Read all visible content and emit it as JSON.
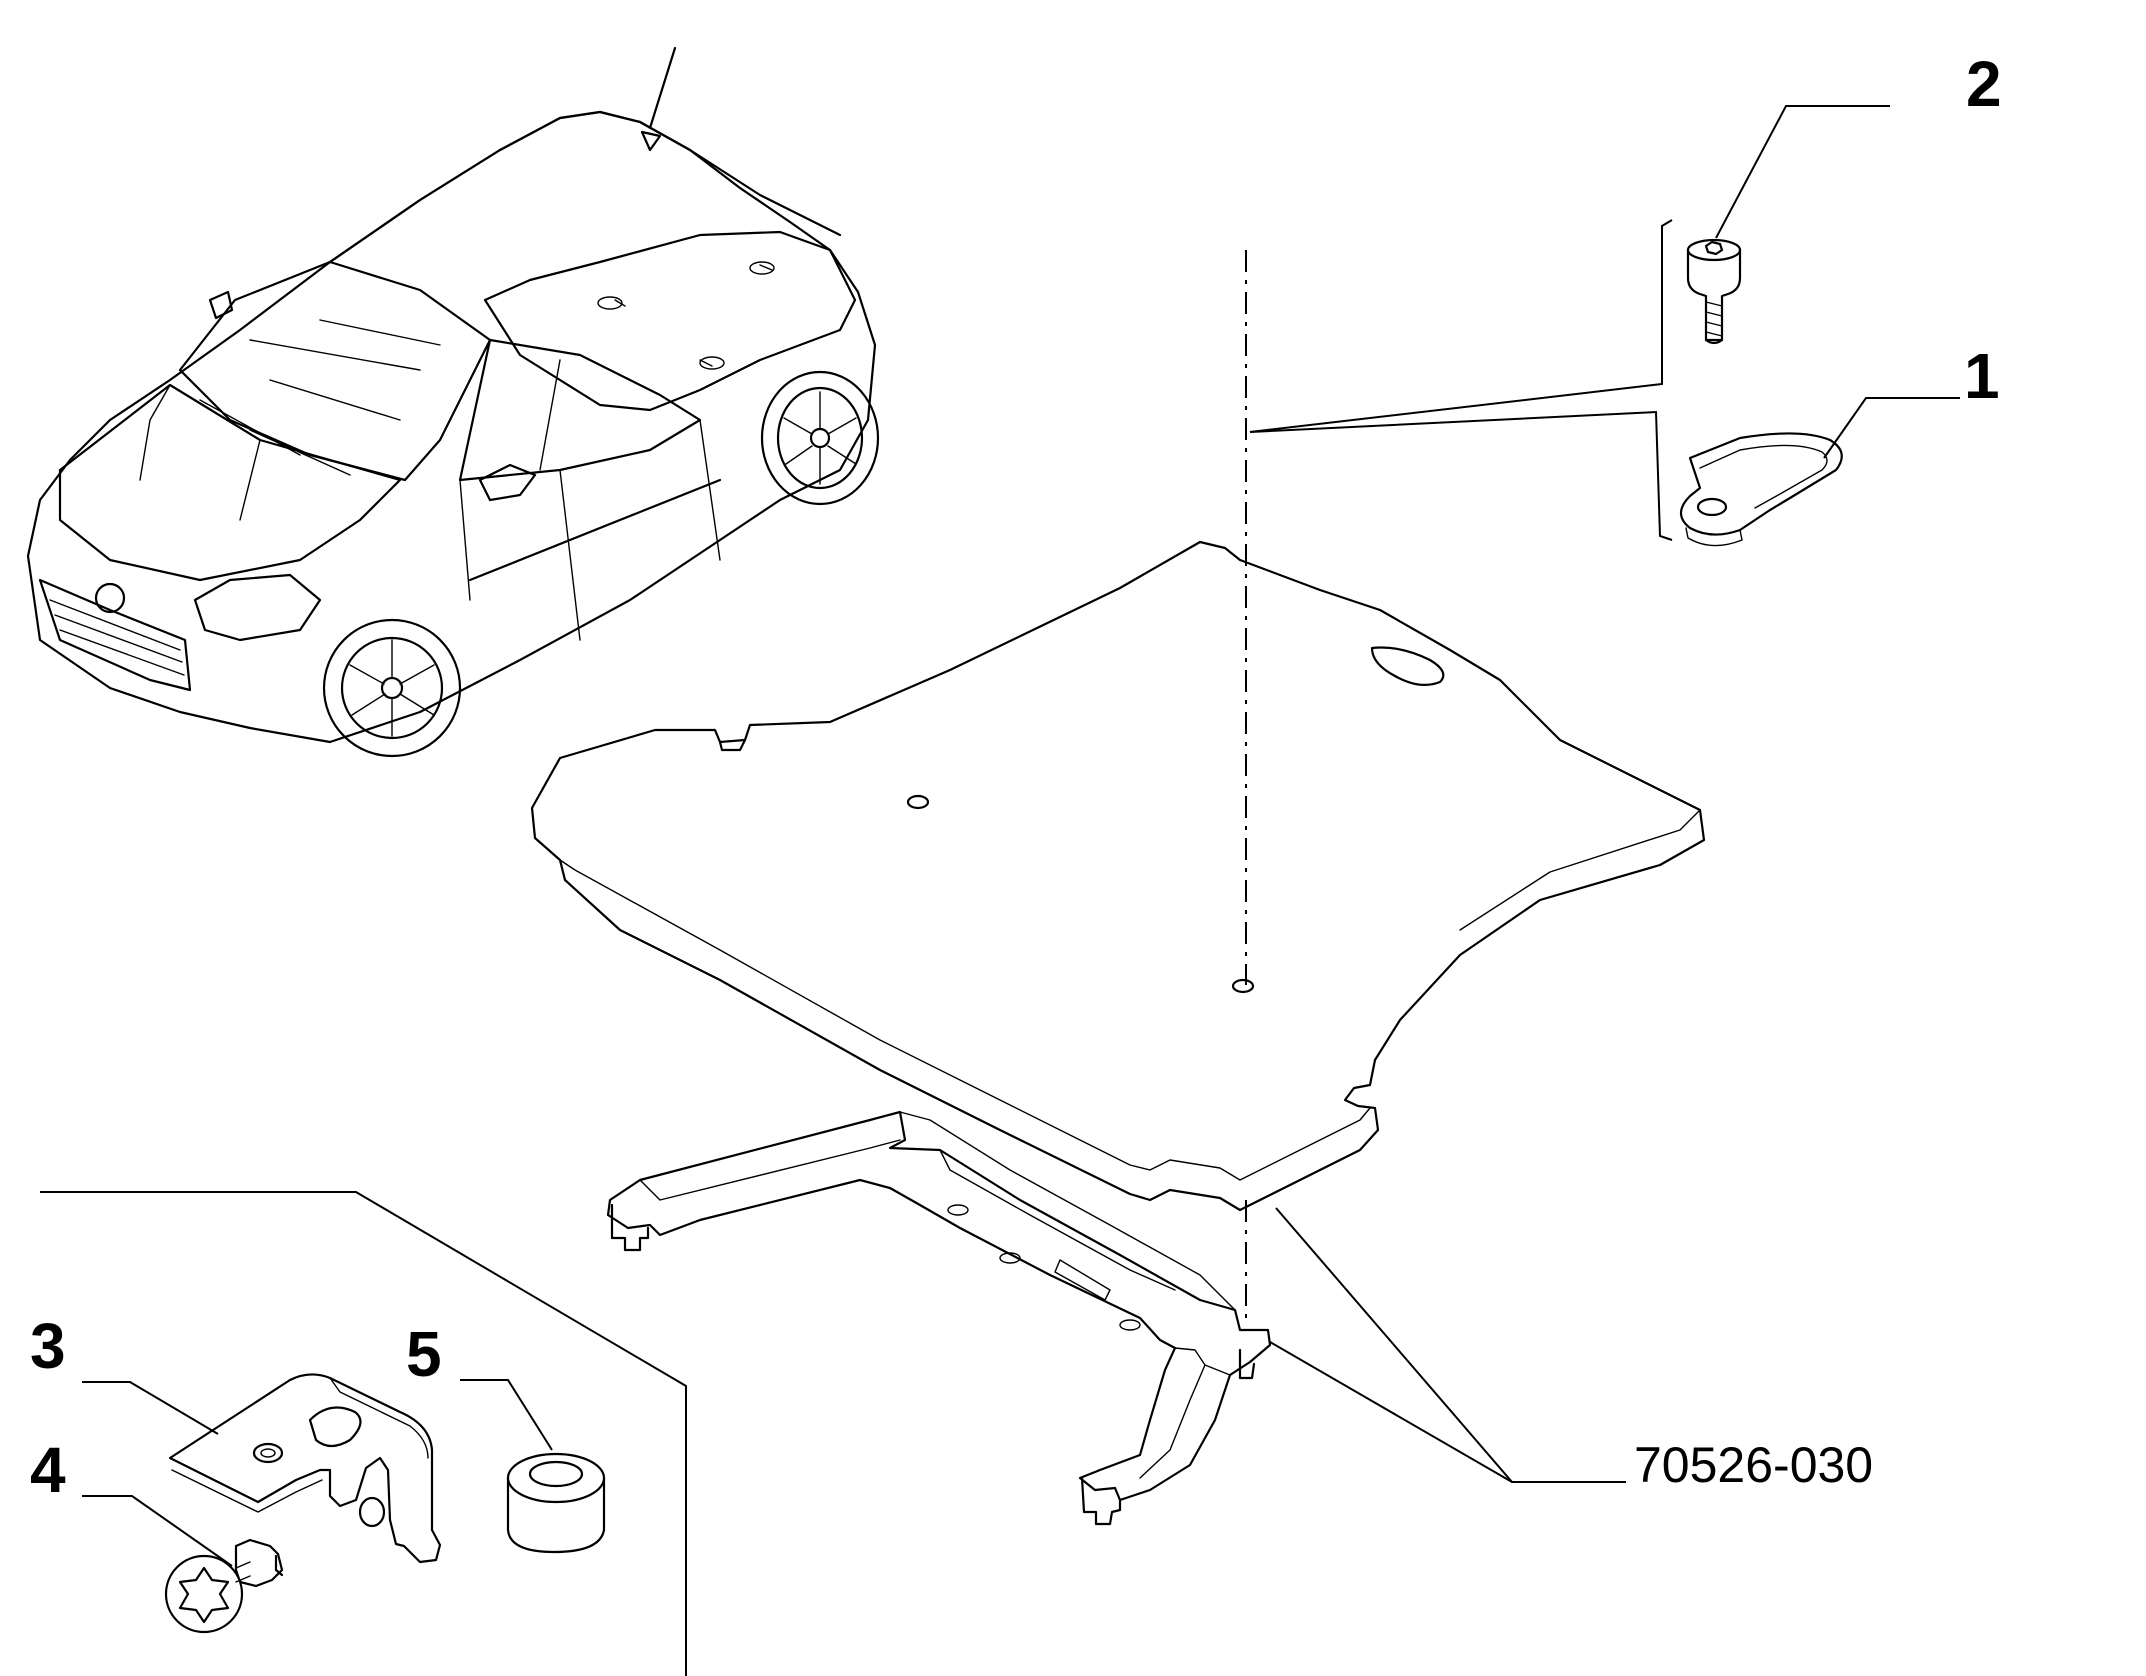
{
  "callouts": {
    "c1": "1",
    "c2": "2",
    "c3": "3",
    "c4": "4",
    "c5": "5"
  },
  "drawing_code": "70526-030"
}
